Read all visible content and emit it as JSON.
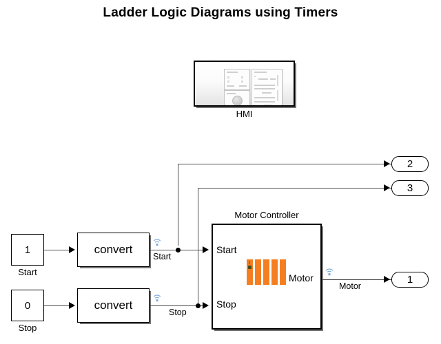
{
  "page": {
    "title": "Ladder Logic Diagrams using Timers",
    "background": "#ffffff",
    "accent_orange": "#f57f20",
    "wire_color": "#4d4d4d",
    "signal_tag_color": "#7aa8d8"
  },
  "blocks": {
    "hmi": {
      "name": "HMI",
      "type": "subsystem-thumbnail"
    },
    "motor_controller": {
      "name": "Motor Controller",
      "type": "subsystem",
      "input_ports": [
        "Start",
        "Stop"
      ],
      "output_ports": [
        "Motor"
      ],
      "icon": "plc-ladder-icon"
    },
    "inport_start": {
      "value": "1",
      "name": "Start"
    },
    "inport_stop": {
      "value": "0",
      "name": "Stop"
    },
    "convert_start": {
      "label": "convert"
    },
    "convert_stop": {
      "label": "convert"
    },
    "outport_motor": {
      "value": "1"
    },
    "outport_two": {
      "value": "2"
    },
    "outport_three": {
      "value": "3"
    }
  },
  "signals": {
    "start": "Start",
    "stop": "Stop",
    "motor": "Motor"
  },
  "icons": {
    "signal_tag": "wireless-broadcast-icon"
  }
}
